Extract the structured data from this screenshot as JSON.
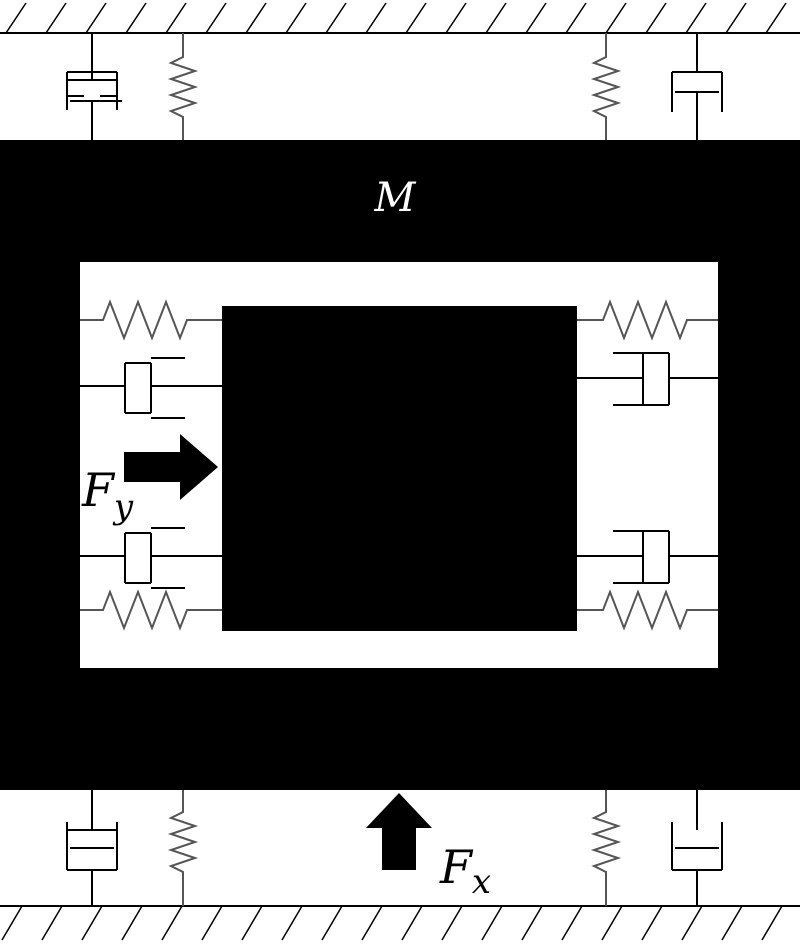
{
  "labels": {
    "mass": "M",
    "force_y_main": "F",
    "force_y_sub": "y",
    "force_x_main": "F",
    "force_x_sub": "x"
  },
  "colors": {
    "mass": "#000000",
    "background": "#ffffff",
    "spring": "#555555",
    "damper": "#000000"
  }
}
